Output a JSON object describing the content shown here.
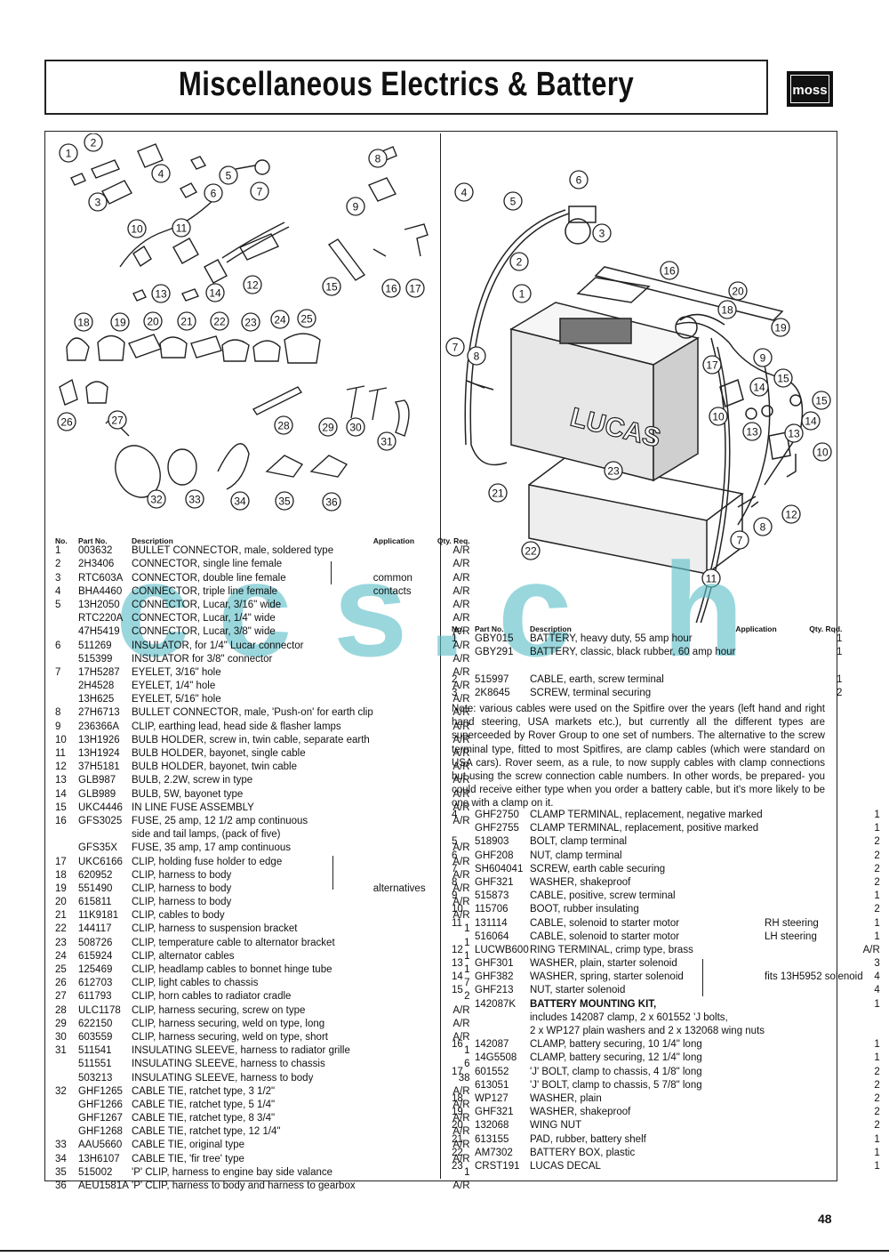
{
  "title": "Miscellaneous Electrics & Battery",
  "logo": "moss",
  "page_number": "48",
  "watermark": [
    "c",
    "c",
    "s",
    ".",
    "c",
    "h"
  ],
  "left_headers": {
    "no": "No.",
    "part": "Part No.",
    "desc": "Description",
    "app": "Application",
    "qty": "Qty. Req."
  },
  "right_headers": {
    "no": "No.",
    "part": "Part No.",
    "desc": "Description",
    "app": "Application",
    "qty": "Qty. Rqd."
  },
  "left_rows": [
    {
      "no": "1",
      "part": "003632",
      "desc": "BULLET CONNECTOR, male, soldered type",
      "app": "",
      "qty": "A/R"
    },
    {
      "no": "2",
      "part": "2H3406",
      "desc": "CONNECTOR, single line female",
      "app": "",
      "qty": "A/R"
    },
    {
      "no": "3",
      "part": "RTC603A",
      "desc": "CONNECTOR, double line female",
      "app": "common",
      "qty": "A/R"
    },
    {
      "no": "4",
      "part": "BHA4460",
      "desc": "CONNECTOR, triple line female",
      "app": "contacts",
      "qty": "A/R"
    },
    {
      "no": "5",
      "part": "13H2050",
      "desc": "CONNECTOR, Lucar, 3/16\" wide",
      "app": "",
      "qty": "A/R"
    },
    {
      "no": "",
      "part": "RTC220A",
      "desc": "CONNECTOR, Lucar, 1/4\" wide",
      "app": "",
      "qty": "A/R"
    },
    {
      "no": "",
      "part": "47H5419",
      "desc": "CONNECTOR, Lucar, 3/8\" wide",
      "app": "",
      "qty": "A/R"
    },
    {
      "no": "6",
      "part": "511269",
      "desc": "INSULATOR, for 1/4\" Lucar connector",
      "app": "",
      "qty": "A/R"
    },
    {
      "no": "",
      "part": "515399",
      "desc": "INSULATOR for 3/8\" connector",
      "app": "",
      "qty": "A/R"
    },
    {
      "no": "7",
      "part": "17H5287",
      "desc": "EYELET, 3/16\" hole",
      "app": "",
      "qty": "A/R"
    },
    {
      "no": "",
      "part": "2H4528",
      "desc": "EYELET, 1/4\" hole",
      "app": "",
      "qty": "A/R"
    },
    {
      "no": "",
      "part": "13H625",
      "desc": "EYELET, 5/16\" hole",
      "app": "",
      "qty": "A/R"
    },
    {
      "no": "8",
      "part": "27H6713",
      "desc": "BULLET CONNECTOR, male, 'Push-on' for earth clip",
      "app": "",
      "qty": "A/R"
    },
    {
      "no": "9",
      "part": "236366A",
      "desc": "CLIP, earthing lead, head side & flasher lamps",
      "app": "",
      "qty": "A/R"
    },
    {
      "no": "10",
      "part": "13H1926",
      "desc": "BULB HOLDER, screw in, twin cable, separate earth",
      "app": "",
      "qty": "A/R"
    },
    {
      "no": "11",
      "part": "13H1924",
      "desc": "BULB HOLDER, bayonet, single cable",
      "app": "",
      "qty": "A/R"
    },
    {
      "no": "12",
      "part": "37H5181",
      "desc": "BULB HOLDER, bayonet, twin cable",
      "app": "",
      "qty": "A/R"
    },
    {
      "no": "13",
      "part": "GLB987",
      "desc": "BULB, 2.2W, screw in type",
      "app": "",
      "qty": "A/R"
    },
    {
      "no": "14",
      "part": "GLB989",
      "desc": "BULB, 5W, bayonet type",
      "app": "",
      "qty": "A/R"
    },
    {
      "no": "15",
      "part": "UKC4446",
      "desc": "IN LINE FUSE ASSEMBLY",
      "app": "",
      "qty": "A/R"
    },
    {
      "no": "16",
      "part": "GFS3025",
      "desc": "FUSE, 25 amp, 12 1/2 amp continuous",
      "app": "",
      "qty": "A/R"
    },
    {
      "no": "",
      "part": "",
      "desc": "side and tail lamps, (pack of five)",
      "app": "",
      "qty": ""
    },
    {
      "no": "",
      "part": "GFS35X",
      "desc": "FUSE, 35 amp, 17 amp continuous",
      "app": "",
      "qty": "A/R"
    },
    {
      "no": "17",
      "part": "UKC6166",
      "desc": "CLIP, holding fuse holder to edge",
      "app": "",
      "qty": "A/R"
    },
    {
      "no": "18",
      "part": "620952",
      "desc": "CLIP, harness to body",
      "app": "",
      "qty": "A/R"
    },
    {
      "no": "19",
      "part": "551490",
      "desc": "CLIP, harness to body",
      "app": "alternatives",
      "qty": "A/R"
    },
    {
      "no": "20",
      "part": "615811",
      "desc": "CLIP, harness to body",
      "app": "",
      "qty": "A/R"
    },
    {
      "no": "21",
      "part": "11K9181",
      "desc": "CLIP, cables to body",
      "app": "",
      "qty": "A/R"
    },
    {
      "no": "22",
      "part": "144117",
      "desc": "CLIP, harness to suspension bracket",
      "app": "",
      "qty": "1"
    },
    {
      "no": "23",
      "part": "508726",
      "desc": "CLIP, temperature cable to alternator bracket",
      "app": "",
      "qty": "1"
    },
    {
      "no": "24",
      "part": "615924",
      "desc": "CLIP, alternator cables",
      "app": "",
      "qty": "1"
    },
    {
      "no": "25",
      "part": "125469",
      "desc": "CLIP, headlamp cables to bonnet hinge tube",
      "app": "",
      "qty": "1"
    },
    {
      "no": "26",
      "part": "612703",
      "desc": "CLIP, light cables to chassis",
      "app": "",
      "qty": "7"
    },
    {
      "no": "27",
      "part": "611793",
      "desc": "CLIP, horn cables to radiator cradle",
      "app": "",
      "qty": "2"
    },
    {
      "no": "28",
      "part": "ULC1178",
      "desc": "CLIP, harness securing, screw on type",
      "app": "",
      "qty": "A/R"
    },
    {
      "no": "29",
      "part": "622150",
      "desc": "CLIP, harness securing, weld on type, long",
      "app": "",
      "qty": "A/R"
    },
    {
      "no": "30",
      "part": "603559",
      "desc": "CLIP, harness securing, weld on type, short",
      "app": "",
      "qty": "A/R"
    },
    {
      "no": "31",
      "part": "511541",
      "desc": "INSULATING SLEEVE, harness to radiator grille",
      "app": "",
      "qty": "1"
    },
    {
      "no": "",
      "part": "511551",
      "desc": "INSULATING SLEEVE, harness to chassis",
      "app": "",
      "qty": "6"
    },
    {
      "no": "",
      "part": "503213",
      "desc": "INSULATING SLEEVE, harness to body",
      "app": "",
      "qty": "38"
    },
    {
      "no": "32",
      "part": "GHF1265",
      "desc": "CABLE TIE, ratchet type, 3 1/2\"",
      "app": "",
      "qty": "A/R"
    },
    {
      "no": "",
      "part": "GHF1266",
      "desc": "CABLE TIE, ratchet type, 5 1/4\"",
      "app": "",
      "qty": "A/R"
    },
    {
      "no": "",
      "part": "GHF1267",
      "desc": "CABLE TIE, ratchet type, 8 3/4\"",
      "app": "",
      "qty": "A/R"
    },
    {
      "no": "",
      "part": "GHF1268",
      "desc": "CABLE TIE, ratchet type, 12 1/4\"",
      "app": "",
      "qty": "A/R"
    },
    {
      "no": "33",
      "part": "AAU5660",
      "desc": "CABLE TIE, original type",
      "app": "",
      "qty": "A/R"
    },
    {
      "no": "34",
      "part": "13H6107",
      "desc": "CABLE TIE, 'fir tree' type",
      "app": "",
      "qty": "A/R"
    },
    {
      "no": "35",
      "part": "515002",
      "desc": "'P' CLIP, harness to engine bay side valance",
      "app": "",
      "qty": "1"
    },
    {
      "no": "36",
      "part": "AEU1581A",
      "desc": "'P' CLIP, harness to body and harness to gearbox",
      "app": "",
      "qty": "A/R"
    }
  ],
  "right_rows_a": [
    {
      "no": "1",
      "part": "GBY015",
      "desc": "BATTERY, heavy duty, 55 amp hour",
      "app": "",
      "qty": "1"
    },
    {
      "no": "",
      "part": "GBY291",
      "desc": "BATTERY, classic, black rubber, 60 amp hour",
      "app": "",
      "qty": "1"
    },
    {
      "no": "",
      "part": "",
      "desc": "",
      "app": "",
      "qty": ""
    },
    {
      "no": "2",
      "part": "515997",
      "desc": "CABLE, earth, screw terminal",
      "app": "",
      "qty": "1"
    },
    {
      "no": "3",
      "part": "2K8645",
      "desc": "SCREW, terminal securing",
      "app": "",
      "qty": "2"
    }
  ],
  "note": "Note: various cables were used on the Spitfire over the years (left hand and right hand steering, USA markets etc.), but currently all the different types are superceeded by Rover Group to one set of numbers. The alternative to the screw terminal type, fitted to most Spitfires, are clamp cables (which were standard on USA cars). Rover seem, as a rule, to now supply cables with clamp connections but using the screw connection cable numbers. In other words, be prepared- you could receive either type when you order a battery cable, but it's more likely to be one with a clamp on it.",
  "right_rows_b": [
    {
      "no": "4",
      "part": "GHF2750",
      "desc": "CLAMP TERMINAL, replacement, negative marked",
      "app": "",
      "qty": "1"
    },
    {
      "no": "",
      "part": "GHF2755",
      "desc": "CLAMP TERMINAL, replacement, positive marked",
      "app": "",
      "qty": "1"
    },
    {
      "no": "5",
      "part": "518903",
      "desc": "BOLT, clamp terminal",
      "app": "",
      "qty": "2"
    },
    {
      "no": "6",
      "part": "GHF208",
      "desc": "NUT, clamp terminal",
      "app": "",
      "qty": "2"
    },
    {
      "no": "7",
      "part": "SH604041",
      "desc": "SCREW, earth cable securing",
      "app": "",
      "qty": "2"
    },
    {
      "no": "8",
      "part": "GHF321",
      "desc": "WASHER, shakeproof",
      "app": "",
      "qty": "2"
    },
    {
      "no": "9",
      "part": "515873",
      "desc": "CABLE, positive, screw terminal",
      "app": "",
      "qty": "1"
    },
    {
      "no": "10",
      "part": "115706",
      "desc": "BOOT, rubber insulating",
      "app": "",
      "qty": "2"
    },
    {
      "no": "11",
      "part": "131114",
      "desc": "CABLE, solenoid to starter motor",
      "app": "RH steering",
      "qty": "1"
    },
    {
      "no": "",
      "part": "516064",
      "desc": "CABLE, solenoid to starter motor",
      "app": "LH steering",
      "qty": "1"
    },
    {
      "no": "12",
      "part": "LUCWB600",
      "desc": "RING TERMINAL, crimp type, brass",
      "app": "",
      "qty": "A/R"
    },
    {
      "no": "13",
      "part": "GHF301",
      "desc": "WASHER, plain, starter solenoid",
      "app": "",
      "qty": "3"
    },
    {
      "no": "14",
      "part": "GHF382",
      "desc": "WASHER, spring, starter solenoid",
      "app": "fits 13H5952 solenoid",
      "qty": "4"
    },
    {
      "no": "15",
      "part": "GHF213",
      "desc": "NUT, starter solenoid",
      "app": "",
      "qty": "4"
    },
    {
      "no": "",
      "part": "142087K",
      "desc": "BATTERY MOUNTING KIT,",
      "app": "",
      "qty": "1"
    },
    {
      "no": "",
      "part": "",
      "desc": "includes 142087 clamp, 2 x 601552 'J bolts,",
      "app": "",
      "qty": ""
    },
    {
      "no": "",
      "part": "",
      "desc": "2 x WP127 plain washers and 2 x 132068 wing nuts",
      "app": "",
      "qty": ""
    },
    {
      "no": "16",
      "part": "142087",
      "desc": "CLAMP, battery securing, 10 1/4\" long",
      "app": "",
      "qty": "1"
    },
    {
      "no": "",
      "part": "14G5508",
      "desc": "CLAMP, battery securing, 12 1/4\" long",
      "app": "",
      "qty": "1"
    },
    {
      "no": "17",
      "part": "601552",
      "desc": "'J' BOLT, clamp to chassis, 4 1/8\" long",
      "app": "",
      "qty": "2"
    },
    {
      "no": "",
      "part": "613051",
      "desc": "'J' BOLT, clamp to chassis, 5 7/8\" long",
      "app": "",
      "qty": "2"
    },
    {
      "no": "18",
      "part": "WP127",
      "desc": "WASHER, plain",
      "app": "",
      "qty": "2"
    },
    {
      "no": "19",
      "part": "GHF321",
      "desc": "WASHER, shakeproof",
      "app": "",
      "qty": "2"
    },
    {
      "no": "20",
      "part": "132068",
      "desc": "WING NUT",
      "app": "",
      "qty": "2"
    },
    {
      "no": "21",
      "part": "613155",
      "desc": "PAD, rubber, battery shelf",
      "app": "",
      "qty": "1"
    },
    {
      "no": "22",
      "part": "AM7302",
      "desc": "BATTERY BOX, plastic",
      "app": "",
      "qty": "1"
    },
    {
      "no": "23",
      "part": "CRST191",
      "desc": "LUCAS DECAL",
      "app": "",
      "qty": "1"
    }
  ],
  "battery_label": "LUCAS",
  "left_callouts": [
    "1",
    "2",
    "3",
    "4",
    "5",
    "6",
    "7",
    "8",
    "9",
    "10",
    "11",
    "12",
    "13",
    "14",
    "15",
    "16",
    "17",
    "18",
    "19",
    "20",
    "21",
    "22",
    "23",
    "24",
    "25",
    "26",
    "27",
    "28",
    "29",
    "30",
    "31",
    "32",
    "33",
    "34",
    "35",
    "36"
  ],
  "right_callouts": [
    "1",
    "2",
    "3",
    "4",
    "5",
    "6",
    "7",
    "8",
    "9",
    "10",
    "10",
    "11",
    "12",
    "13",
    "13",
    "14",
    "14",
    "15",
    "15",
    "16",
    "17",
    "18",
    "19",
    "20",
    "21",
    "22",
    "23",
    "7",
    "8"
  ]
}
